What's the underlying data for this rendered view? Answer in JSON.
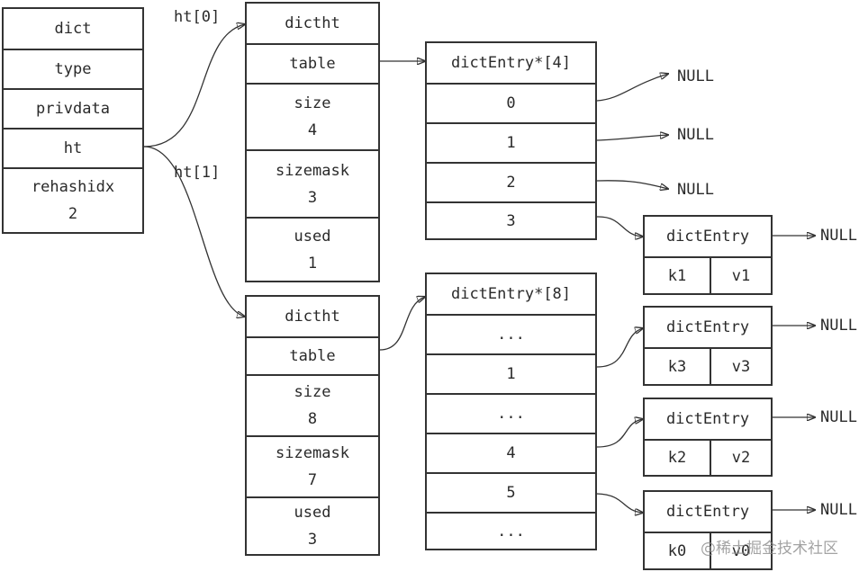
{
  "dict": {
    "header": "dict",
    "fields": [
      "type",
      "privdata",
      "ht"
    ],
    "rehashidx_label": "rehashidx",
    "rehashidx_value": "2"
  },
  "labels": {
    "ht0": "ht[0]",
    "ht1": "ht[1]"
  },
  "ht0": {
    "header": "dictht",
    "table": "table",
    "size_label": "size",
    "size_value": "4",
    "sizemask_label": "sizemask",
    "sizemask_value": "3",
    "used_label": "used",
    "used_value": "1"
  },
  "ht1": {
    "header": "dictht",
    "table": "table",
    "size_label": "size",
    "size_value": "8",
    "sizemask_label": "sizemask",
    "sizemask_value": "7",
    "used_label": "used",
    "used_value": "3"
  },
  "array4": {
    "header": "dictEntry*[4]",
    "slots": [
      "0",
      "1",
      "2",
      "3"
    ]
  },
  "array8": {
    "header": "dictEntry*[8]",
    "slots": [
      "...",
      "1",
      "...",
      "4",
      "5",
      "..."
    ]
  },
  "entries": [
    {
      "header": "dictEntry",
      "key": "k1",
      "value": "v1"
    },
    {
      "header": "dictEntry",
      "key": "k3",
      "value": "v3"
    },
    {
      "header": "dictEntry",
      "key": "k2",
      "value": "v2"
    },
    {
      "header": "dictEntry",
      "key": "k0",
      "value": "v0"
    }
  ],
  "null_label": "NULL",
  "watermark": "@稀土掘金技术社区"
}
